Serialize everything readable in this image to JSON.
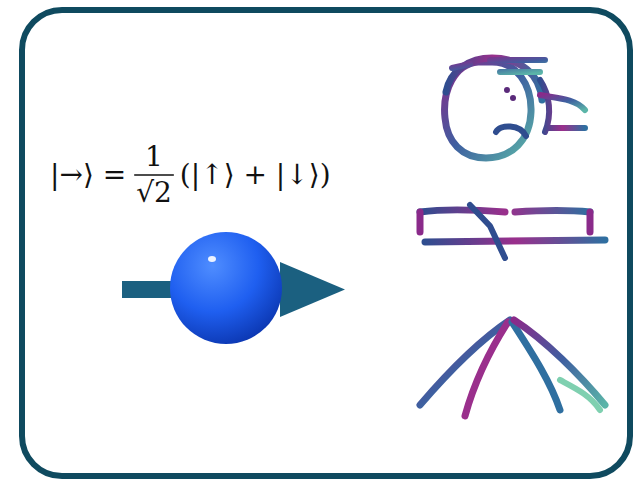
{
  "diagram": {
    "labels": [
      "|→⟩ =",
      "1",
      "√2",
      "(|↑⟩ + |↓⟩)"
    ]
  }
}
